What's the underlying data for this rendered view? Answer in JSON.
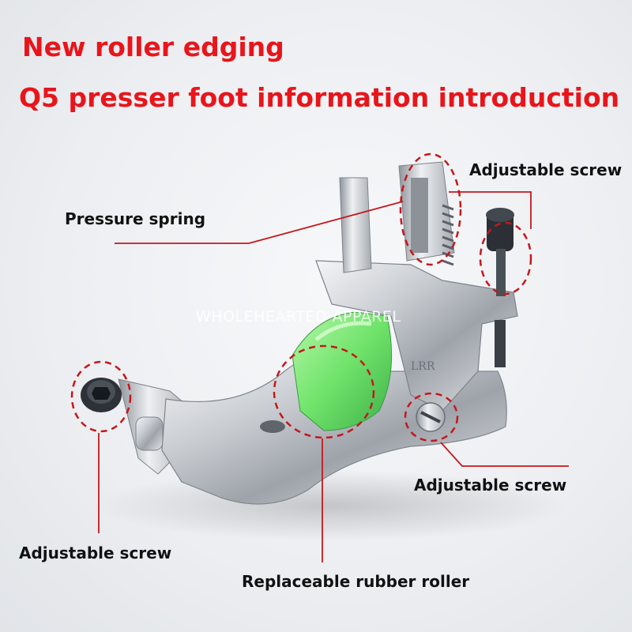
{
  "heading": {
    "line1": "New roller edging",
    "line2": "Q5 presser foot information introduction"
  },
  "callouts": {
    "pressure_spring": "Pressure spring",
    "adjustable_screw_top": "Adjustable screw",
    "adjustable_screw_right": "Adjustable screw",
    "adjustable_screw_left": "Adjustable screw",
    "replaceable_rubber_roller": "Replaceable rubber roller"
  },
  "watermark": "WHOLEHEARTED APPAREL",
  "engraving": "LRR",
  "colors": {
    "heading": "#e8151b",
    "callout_line": "#c4181c",
    "roller": "#6fe36a",
    "metal": "#c9cdd2"
  }
}
